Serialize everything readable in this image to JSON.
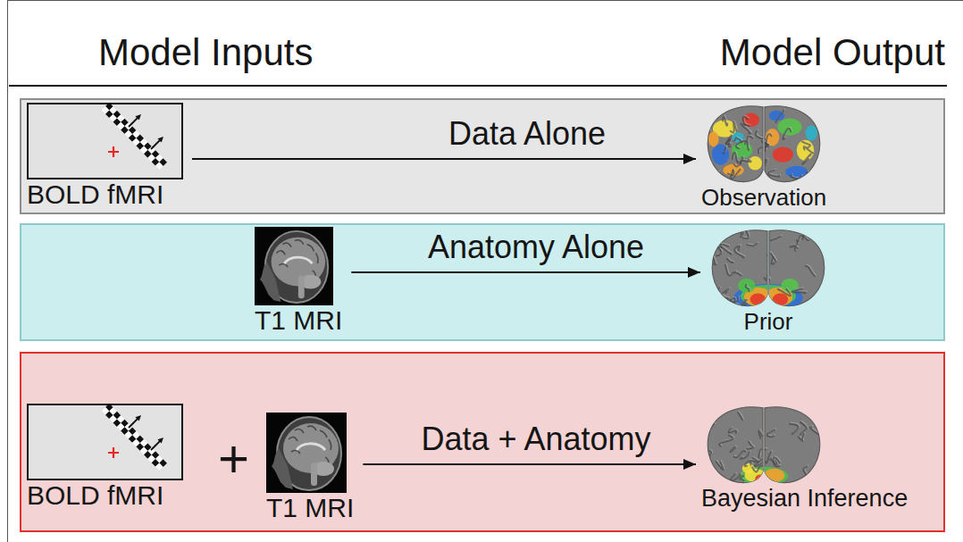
{
  "diagram": {
    "nodes": [
      {
        "text": []
      },
      {
        "text": [
          "BOLD fMRI"
        ],
        "in": 0
      },
      {
        "text": [
          "Observation"
        ],
        "in": 0
      },
      {
        "text": []
      },
      {
        "text": [
          "T1 MRI"
        ],
        "in": 3
      },
      {
        "text": [
          "Prior"
        ],
        "in": 3
      },
      {
        "text": []
      },
      {
        "text": [
          "BOLD fMRI"
        ],
        "in": 6
      },
      {
        "text": [
          "T1 MRI"
        ],
        "in": 6
      },
      {
        "text": [
          "Bayesian Inference"
        ],
        "in": 6
      }
    ],
    "edges": [
      {
        "from": 1,
        "to": 2,
        "arrow": "to",
        "label": "Data Alone"
      },
      {
        "from": 4,
        "to": 5,
        "arrow": "to",
        "label": "Anatomy Alone"
      },
      {
        "from": 8,
        "to": 9,
        "arrow": "to",
        "label": "Data + Anatomy"
      }
    ],
    "labels": [
      "Model Inputs",
      "Model Output",
      "+"
    ]
  }
}
